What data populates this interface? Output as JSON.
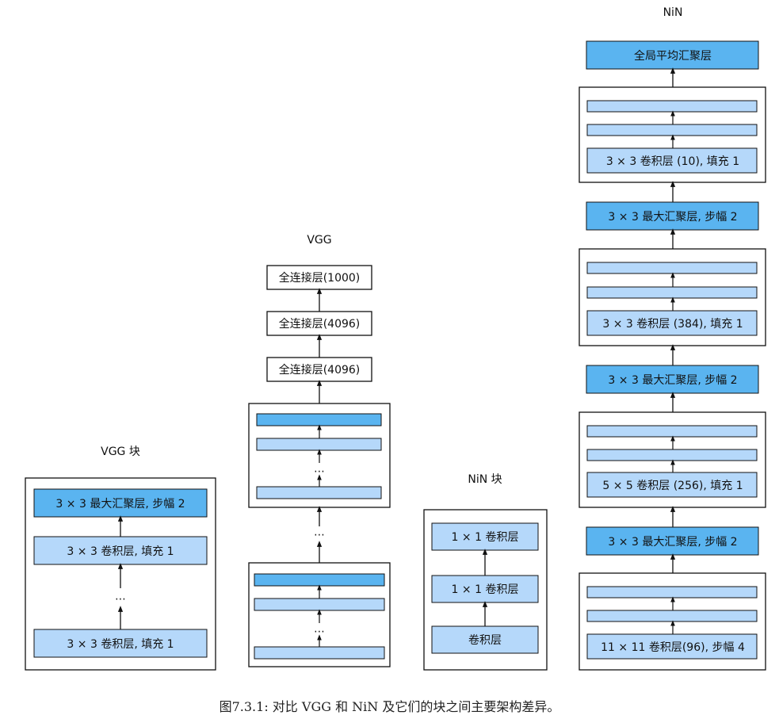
{
  "caption": "图7.3.1: 对比 VGG 和 NiN 及它们的块之间主要架构差异。",
  "colors": {
    "dark_block": "#5ab4f0",
    "light_block": "#b5d8fa",
    "white_block": "#ffffff",
    "border": "#111111"
  },
  "vgg_block": {
    "title": "VGG 块",
    "layers": {
      "maxpool": "3 × 3 最大汇聚层, 步幅 2",
      "conv_top": "3 × 3 卷积层, 填充 1",
      "ellipsis": "⋯",
      "conv_bottom": "3 × 3 卷积层, 填充 1"
    }
  },
  "vgg": {
    "title": "VGG",
    "fc_layers": [
      "全连接层(1000)",
      "全连接层(4096)",
      "全连接层(4096)"
    ],
    "ellipsis": "⋯"
  },
  "nin_block": {
    "title": "NiN 块",
    "layers": {
      "conv1x1_top": "1 × 1 卷积层",
      "conv1x1_mid": "1 × 1 卷积层",
      "conv": "卷积层"
    }
  },
  "nin": {
    "title": "NiN",
    "global_pool": "全局平均汇聚层",
    "block4_conv": "3 × 3 卷积层 (10), 填充 1",
    "pool3": "3 × 3 最大汇聚层, 步幅 2",
    "block3_conv": "3 × 3 卷积层 (384), 填充 1",
    "pool2": "3 × 3 最大汇聚层, 步幅 2",
    "block2_conv": "5 × 5 卷积层 (256), 填充 1",
    "pool1": "3 × 3 最大汇聚层, 步幅 2",
    "block1_conv": "11 × 11 卷积层(96), 步幅 4"
  }
}
